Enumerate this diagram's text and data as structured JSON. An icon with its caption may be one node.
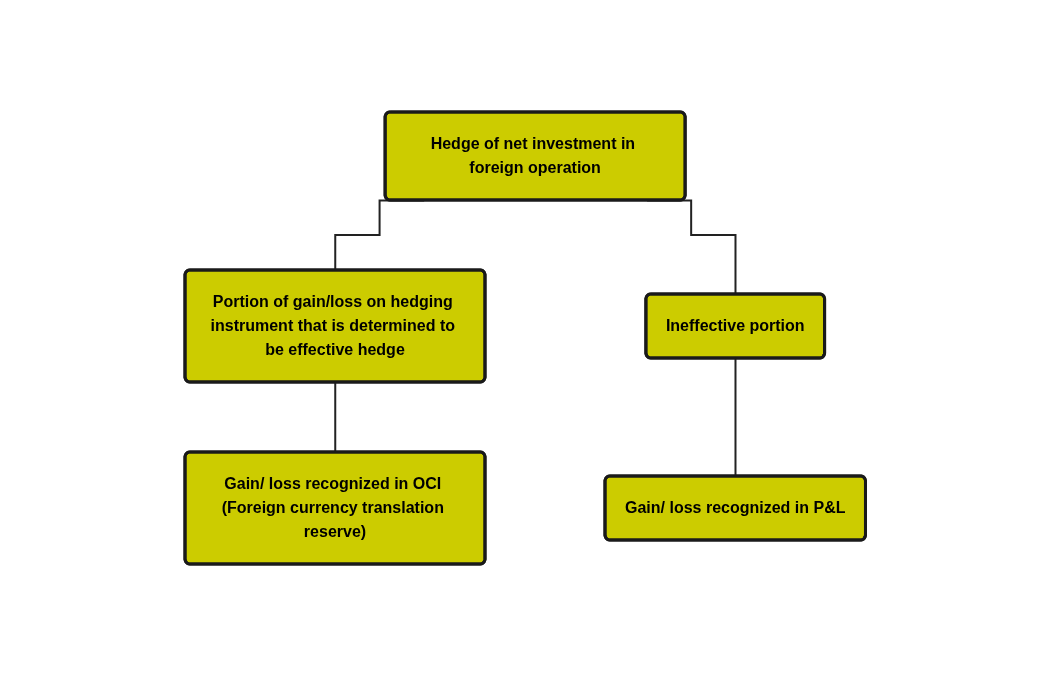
{
  "diagram": {
    "nodes": [
      {
        "text": [
          "Hedge of net investment in foreign operation"
        ]
      },
      {
        "text": [
          "Portion of gain/loss on hedging instrument that is determined to be effective hedge"
        ]
      },
      {
        "text": [
          "Ineffective portion"
        ]
      },
      {
        "text": [
          "Gain/ loss recognized in OCI (Foreign currency translation reserve)"
        ]
      },
      {
        "text": [
          "Gain/ loss recognized in P&L"
        ]
      }
    ],
    "edges": [
      {
        "from": 0,
        "to": 1,
        "arrow": "none"
      },
      {
        "from": 0,
        "to": 2,
        "arrow": "none"
      },
      {
        "from": 1,
        "to": 3,
        "arrow": "none"
      },
      {
        "from": 2,
        "to": 4,
        "arrow": "none"
      }
    ]
  }
}
